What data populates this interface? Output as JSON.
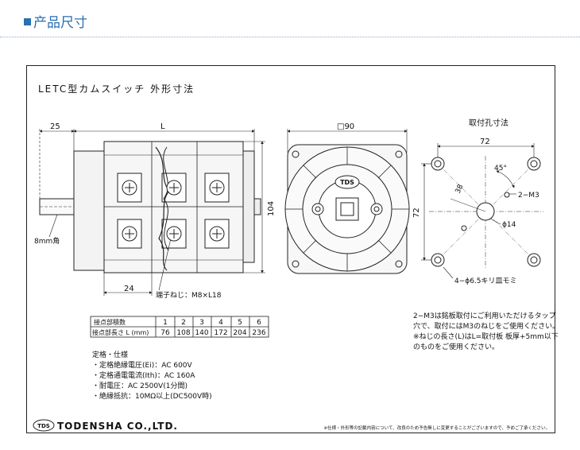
{
  "header": {
    "title": "产品尺寸"
  },
  "drawing": {
    "title": "LETC型カムスイッチ 外形寸法",
    "dim_25": "25",
    "dim_L": "L",
    "dim_90": "□90",
    "dim_104": "104",
    "dim_8mm": "8mm角",
    "dim_24": "24",
    "terminal_screw": "端子ねじ：M8×L18",
    "brand_badge": "TDS",
    "mount_title": "取付孔寸法",
    "mount_72_top": "72",
    "mount_72_side": "72",
    "mount_45": "45°",
    "mount_38": "38",
    "mount_m3": "2−M3",
    "mount_phi14": "ϕ14",
    "mount_holes": "4−ϕ6.5キリ皿モミ"
  },
  "table": {
    "row1_label": "接点部積数",
    "row2_label": "接点部長さ L (mm)",
    "counts": [
      "1",
      "2",
      "3",
      "4",
      "5",
      "6"
    ],
    "lengths": [
      "76",
      "108",
      "140",
      "172",
      "204",
      "236"
    ]
  },
  "notes": {
    "right": [
      "2−M3は銘板取付にご利用いただけるタップ",
      "穴で、取付にはM3のねじをご使用ください。",
      "※ねじの長さ(L)はL=取付板 板厚+5mm以下",
      "のものをご使用ください。"
    ],
    "specs_title": "定格・仕様",
    "specs": [
      "・定格絶縁電圧(Ei)：AC 600V",
      "・定格通電電流(Ith)：AC 160A",
      "・耐電圧：AC 2500V(1分間)",
      "・絶縁抵抗：10MΩ以上(DC500V時)"
    ]
  },
  "footer": {
    "logo": "TDS",
    "company": "TODENSHA CO.,LTD.",
    "disclaimer": "※仕様・外形等の記載内容について、改良のため予告無しに変更することがございますので、予めご了承ください。"
  }
}
